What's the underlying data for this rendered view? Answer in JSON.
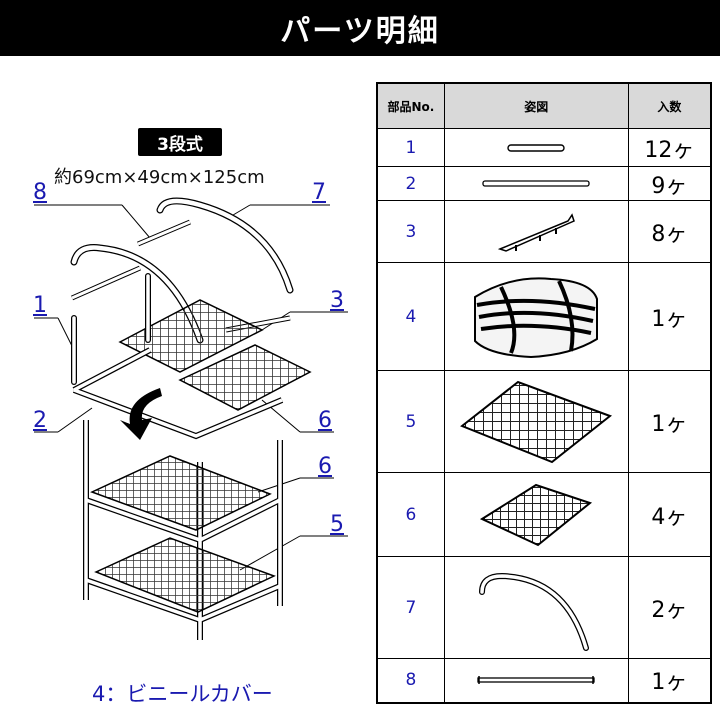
{
  "header": {
    "title": "パーツ明細"
  },
  "diagram": {
    "badge": "3段式",
    "size": "約69cm×49cm×125cm",
    "callouts": [
      "8",
      "7",
      "1",
      "3",
      "2",
      "6",
      "6",
      "5"
    ],
    "cover_label": "4：ビニールカバー"
  },
  "table": {
    "headers": {
      "no": "部品No.",
      "figure": "姿図",
      "qty": "入数"
    },
    "rows": [
      {
        "no": "1",
        "qty": "12ヶ",
        "icon": "short-pole-icon"
      },
      {
        "no": "2",
        "qty": "9ヶ",
        "icon": "long-pole-icon"
      },
      {
        "no": "3",
        "qty": "8ヶ",
        "icon": "connector-bar-icon"
      },
      {
        "no": "4",
        "qty": "1ヶ",
        "icon": "vinyl-cover-icon"
      },
      {
        "no": "5",
        "qty": "1ヶ",
        "icon": "large-wire-shelf-icon"
      },
      {
        "no": "6",
        "qty": "4ヶ",
        "icon": "small-wire-shelf-icon"
      },
      {
        "no": "7",
        "qty": "2ヶ",
        "icon": "arch-pole-icon"
      },
      {
        "no": "8",
        "qty": "1ヶ",
        "icon": "top-bar-icon"
      }
    ]
  }
}
